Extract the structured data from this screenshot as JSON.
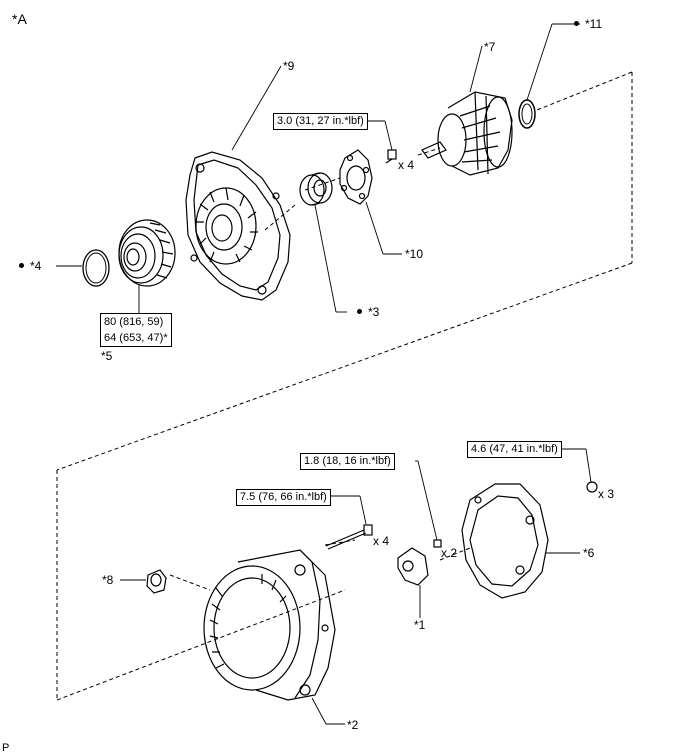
{
  "view_label": "*A",
  "corner_label": "P",
  "parts": {
    "p1": "*1",
    "p2": "*2",
    "p3": "*3",
    "p4": "*4",
    "p5": "*5",
    "p6": "*6",
    "p7": "*7",
    "p8": "*8",
    "p9": "*9",
    "p10": "*10",
    "p11": "*11"
  },
  "torque": {
    "t_rotor_bolts": "3.0 (31, 27 in.*lbf)",
    "t_pulley_line1": "80 (816, 59)",
    "t_pulley_line2": "64 (653, 47)*",
    "t_terminal": "1.8 (18, 16 in.*lbf)",
    "t_through_bolts": "7.5 (76, 66 in.*lbf)",
    "t_rear_cover": "4.6 (47, 41 in.*lbf)"
  },
  "quantities": {
    "q_rotor_bolts": "x 4",
    "q_terminal": "x 2",
    "q_through_bolts": "x 4",
    "q_rear_cover": "x 3"
  }
}
